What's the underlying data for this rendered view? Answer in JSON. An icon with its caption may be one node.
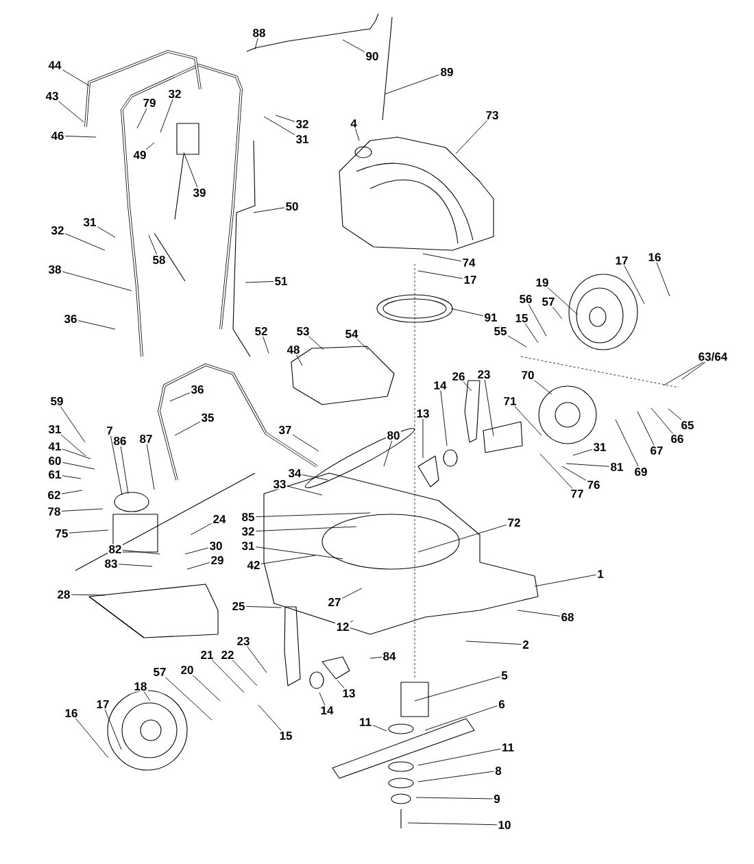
{
  "diagram": {
    "nodes": [
      {
        "text": [
          "88"
        ]
      },
      {
        "text": [
          "90"
        ]
      },
      {
        "text": [
          "89"
        ]
      },
      {
        "text": [
          "44"
        ]
      },
      {
        "text": [
          "43"
        ]
      },
      {
        "text": [
          "79"
        ]
      },
      {
        "text": [
          "32"
        ]
      },
      {
        "text": [
          "46"
        ]
      },
      {
        "text": [
          "32"
        ]
      },
      {
        "text": [
          "31"
        ]
      },
      {
        "text": [
          "49"
        ]
      },
      {
        "text": [
          "39"
        ]
      },
      {
        "text": [
          "4"
        ]
      },
      {
        "text": [
          "73"
        ]
      },
      {
        "text": [
          "50"
        ]
      },
      {
        "text": [
          "31"
        ]
      },
      {
        "text": [
          "32"
        ]
      },
      {
        "text": [
          "58"
        ]
      },
      {
        "text": [
          "38"
        ]
      },
      {
        "text": [
          "51"
        ]
      },
      {
        "text": [
          "74"
        ]
      },
      {
        "text": [
          "17"
        ]
      },
      {
        "text": [
          "91"
        ]
      },
      {
        "text": [
          "17"
        ]
      },
      {
        "text": [
          "16"
        ]
      },
      {
        "text": [
          "19"
        ]
      },
      {
        "text": [
          "56"
        ]
      },
      {
        "text": [
          "57"
        ]
      },
      {
        "text": [
          "15"
        ]
      },
      {
        "text": [
          "55"
        ]
      },
      {
        "text": [
          "36"
        ]
      },
      {
        "text": [
          "52"
        ]
      },
      {
        "text": [
          "53"
        ]
      },
      {
        "text": [
          "54"
        ]
      },
      {
        "text": [
          "48"
        ]
      },
      {
        "text": [
          "36"
        ]
      },
      {
        "text": [
          "35"
        ]
      },
      {
        "text": [
          "63/64"
        ]
      },
      {
        "text": [
          "26"
        ]
      },
      {
        "text": [
          "23"
        ]
      },
      {
        "text": [
          "70"
        ]
      },
      {
        "text": [
          "14"
        ]
      },
      {
        "text": [
          "13"
        ]
      },
      {
        "text": [
          "80"
        ]
      },
      {
        "text": [
          "71"
        ]
      },
      {
        "text": [
          "65"
        ]
      },
      {
        "text": [
          "66"
        ]
      },
      {
        "text": [
          "67"
        ]
      },
      {
        "text": [
          "69"
        ]
      },
      {
        "text": [
          "31"
        ]
      },
      {
        "text": [
          "81"
        ]
      },
      {
        "text": [
          "76"
        ]
      },
      {
        "text": [
          "77"
        ]
      },
      {
        "text": [
          "59"
        ]
      },
      {
        "text": [
          "31"
        ]
      },
      {
        "text": [
          "7"
        ]
      },
      {
        "text": [
          "86"
        ]
      },
      {
        "text": [
          "87"
        ]
      },
      {
        "text": [
          "37"
        ]
      },
      {
        "text": [
          "41"
        ]
      },
      {
        "text": [
          "34"
        ]
      },
      {
        "text": [
          "60"
        ]
      },
      {
        "text": [
          "33"
        ]
      },
      {
        "text": [
          "61"
        ]
      },
      {
        "text": [
          "62"
        ]
      },
      {
        "text": [
          "78"
        ]
      },
      {
        "text": [
          "85"
        ]
      },
      {
        "text": [
          "32"
        ]
      },
      {
        "text": [
          "31"
        ]
      },
      {
        "text": [
          "72"
        ]
      },
      {
        "text": [
          "24"
        ]
      },
      {
        "text": [
          "75"
        ]
      },
      {
        "text": [
          "30"
        ]
      },
      {
        "text": [
          "82"
        ]
      },
      {
        "text": [
          "42"
        ]
      },
      {
        "text": [
          "29"
        ]
      },
      {
        "text": [
          "83"
        ]
      },
      {
        "text": [
          "1"
        ]
      },
      {
        "text": [
          "28"
        ]
      },
      {
        "text": [
          "27"
        ]
      },
      {
        "text": [
          "68"
        ]
      },
      {
        "text": [
          "25"
        ]
      },
      {
        "text": [
          "12"
        ]
      },
      {
        "text": [
          "2"
        ]
      },
      {
        "text": [
          "84"
        ]
      },
      {
        "text": [
          "23"
        ]
      },
      {
        "text": [
          "21"
        ]
      },
      {
        "text": [
          "22"
        ]
      },
      {
        "text": [
          "57"
        ]
      },
      {
        "text": [
          "20"
        ]
      },
      {
        "text": [
          "5"
        ]
      },
      {
        "text": [
          "13"
        ]
      },
      {
        "text": [
          "14"
        ]
      },
      {
        "text": [
          "18"
        ]
      },
      {
        "text": [
          "6"
        ]
      },
      {
        "text": [
          "15"
        ]
      },
      {
        "text": [
          "11"
        ]
      },
      {
        "text": [
          "16"
        ]
      },
      {
        "text": [
          "17"
        ]
      },
      {
        "text": [
          "11"
        ]
      },
      {
        "text": [
          "8"
        ]
      },
      {
        "text": [
          "9"
        ]
      },
      {
        "text": [
          "10"
        ]
      }
    ],
    "edges": [
      {
        "from": 0,
        "to": null,
        "arrow": "none"
      },
      {
        "from": 1,
        "to": null,
        "arrow": "none"
      },
      {
        "from": 2,
        "to": null,
        "arrow": "none"
      },
      {
        "from": 3,
        "to": null,
        "arrow": "none"
      },
      {
        "from": 4,
        "to": null,
        "arrow": "none"
      },
      {
        "from": 5,
        "to": null,
        "arrow": "none"
      },
      {
        "from": 6,
        "to": null,
        "arrow": "none"
      },
      {
        "from": 7,
        "to": null,
        "arrow": "none"
      },
      {
        "from": 8,
        "to": null,
        "arrow": "none"
      },
      {
        "from": 9,
        "to": null,
        "arrow": "none"
      },
      {
        "from": 10,
        "to": null,
        "arrow": "none"
      },
      {
        "from": 11,
        "to": null,
        "arrow": "none"
      },
      {
        "from": 12,
        "to": null,
        "arrow": "none"
      },
      {
        "from": 13,
        "to": null,
        "arrow": "none"
      },
      {
        "from": 14,
        "to": null,
        "arrow": "none"
      },
      {
        "from": 15,
        "to": null,
        "arrow": "none"
      },
      {
        "from": 16,
        "to": null,
        "arrow": "none"
      },
      {
        "from": 17,
        "to": null,
        "arrow": "none"
      },
      {
        "from": 18,
        "to": null,
        "arrow": "none"
      },
      {
        "from": 19,
        "to": null,
        "arrow": "none"
      },
      {
        "from": 20,
        "to": null,
        "arrow": "none"
      },
      {
        "from": 21,
        "to": null,
        "arrow": "none"
      },
      {
        "from": 22,
        "to": null,
        "arrow": "none"
      },
      {
        "from": 23,
        "to": null,
        "arrow": "none"
      },
      {
        "from": 24,
        "to": null,
        "arrow": "none"
      },
      {
        "from": 25,
        "to": null,
        "arrow": "none"
      },
      {
        "from": 26,
        "to": null,
        "arrow": "none"
      },
      {
        "from": 27,
        "to": null,
        "arrow": "none"
      },
      {
        "from": 28,
        "to": null,
        "arrow": "none"
      },
      {
        "from": 29,
        "to": null,
        "arrow": "none"
      },
      {
        "from": 30,
        "to": null,
        "arrow": "none"
      },
      {
        "from": 31,
        "to": null,
        "arrow": "none"
      },
      {
        "from": 32,
        "to": null,
        "arrow": "none"
      },
      {
        "from": 33,
        "to": null,
        "arrow": "none"
      },
      {
        "from": 34,
        "to": null,
        "arrow": "none"
      },
      {
        "from": 35,
        "to": null,
        "arrow": "none"
      },
      {
        "from": 36,
        "to": null,
        "arrow": "none"
      },
      {
        "from": 37,
        "to": null,
        "arrow": "none"
      },
      {
        "from": 37,
        "to": null,
        "arrow": "none"
      },
      {
        "from": 38,
        "to": null,
        "arrow": "none"
      },
      {
        "from": 39,
        "to": null,
        "arrow": "none"
      },
      {
        "from": 40,
        "to": null,
        "arrow": "none"
      },
      {
        "from": 41,
        "to": null,
        "arrow": "none"
      },
      {
        "from": 42,
        "to": null,
        "arrow": "none"
      },
      {
        "from": 43,
        "to": null,
        "arrow": "none"
      },
      {
        "from": 44,
        "to": null,
        "arrow": "none"
      },
      {
        "from": 45,
        "to": null,
        "arrow": "none"
      },
      {
        "from": 46,
        "to": null,
        "arrow": "none"
      },
      {
        "from": 47,
        "to": null,
        "arrow": "none"
      },
      {
        "from": 48,
        "to": null,
        "arrow": "none"
      },
      {
        "from": 49,
        "to": null,
        "arrow": "none"
      },
      {
        "from": 50,
        "to": null,
        "arrow": "none"
      },
      {
        "from": 51,
        "to": null,
        "arrow": "none"
      },
      {
        "from": 52,
        "to": null,
        "arrow": "none"
      },
      {
        "from": 53,
        "to": null,
        "arrow": "none"
      },
      {
        "from": 54,
        "to": null,
        "arrow": "none"
      },
      {
        "from": 55,
        "to": null,
        "arrow": "none"
      },
      {
        "from": 56,
        "to": null,
        "arrow": "none"
      },
      {
        "from": 57,
        "to": null,
        "arrow": "none"
      },
      {
        "from": 58,
        "to": null,
        "arrow": "none"
      },
      {
        "from": 59,
        "to": null,
        "arrow": "none"
      },
      {
        "from": 60,
        "to": null,
        "arrow": "none"
      },
      {
        "from": 61,
        "to": null,
        "arrow": "none"
      },
      {
        "from": 62,
        "to": null,
        "arrow": "none"
      },
      {
        "from": 63,
        "to": null,
        "arrow": "none"
      },
      {
        "from": 64,
        "to": null,
        "arrow": "none"
      },
      {
        "from": 65,
        "to": null,
        "arrow": "none"
      },
      {
        "from": 66,
        "to": null,
        "arrow": "none"
      },
      {
        "from": 67,
        "to": null,
        "arrow": "none"
      },
      {
        "from": 68,
        "to": null,
        "arrow": "none"
      },
      {
        "from": 69,
        "to": null,
        "arrow": "none"
      },
      {
        "from": 70,
        "to": null,
        "arrow": "none"
      },
      {
        "from": 71,
        "to": null,
        "arrow": "none"
      },
      {
        "from": 72,
        "to": null,
        "arrow": "none"
      },
      {
        "from": 73,
        "to": null,
        "arrow": "none"
      },
      {
        "from": 74,
        "to": null,
        "arrow": "none"
      },
      {
        "from": 75,
        "to": null,
        "arrow": "none"
      },
      {
        "from": 76,
        "to": null,
        "arrow": "none"
      },
      {
        "from": 77,
        "to": null,
        "arrow": "none"
      },
      {
        "from": 78,
        "to": null,
        "arrow": "none"
      },
      {
        "from": 79,
        "to": null,
        "arrow": "none"
      },
      {
        "from": 80,
        "to": null,
        "arrow": "none"
      },
      {
        "from": 81,
        "to": null,
        "arrow": "none"
      },
      {
        "from": 82,
        "to": null,
        "arrow": "none"
      },
      {
        "from": 83,
        "to": null,
        "arrow": "none"
      },
      {
        "from": 84,
        "to": null,
        "arrow": "none"
      },
      {
        "from": 85,
        "to": null,
        "arrow": "none"
      },
      {
        "from": 86,
        "to": null,
        "arrow": "none"
      },
      {
        "from": 87,
        "to": null,
        "arrow": "none"
      },
      {
        "from": 88,
        "to": null,
        "arrow": "none"
      },
      {
        "from": 89,
        "to": null,
        "arrow": "none"
      },
      {
        "from": 90,
        "to": null,
        "arrow": "none"
      },
      {
        "from": 91,
        "to": null,
        "arrow": "none"
      },
      {
        "from": 92,
        "to": null,
        "arrow": "none"
      },
      {
        "from": 93,
        "to": null,
        "arrow": "none"
      },
      {
        "from": 94,
        "to": null,
        "arrow": "none"
      },
      {
        "from": 95,
        "to": null,
        "arrow": "none"
      },
      {
        "from": 96,
        "to": null,
        "arrow": "none"
      },
      {
        "from": 97,
        "to": null,
        "arrow": "none"
      },
      {
        "from": 98,
        "to": null,
        "arrow": "none"
      },
      {
        "from": 99,
        "to": null,
        "arrow": "none"
      },
      {
        "from": 100,
        "to": null,
        "arrow": "none"
      },
      {
        "from": 101,
        "to": null,
        "arrow": "none"
      },
      {
        "from": 102,
        "to": null,
        "arrow": "none"
      }
    ]
  }
}
